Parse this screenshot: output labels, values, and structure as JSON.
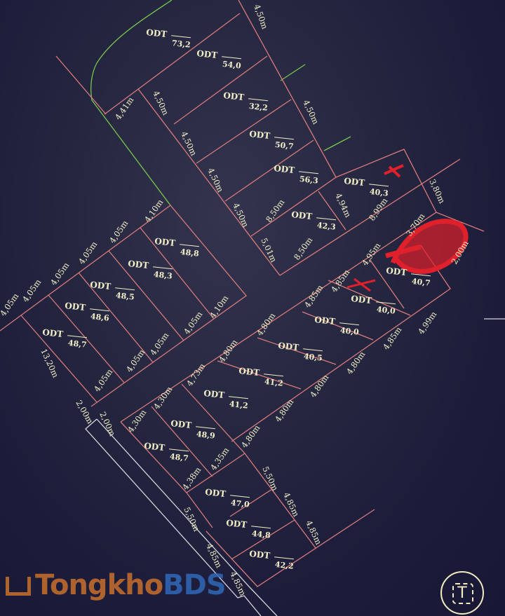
{
  "plot_prefix": "ODT",
  "plots": [
    "73,2",
    "54,0",
    "32,2",
    "50,7",
    "56,3",
    "40,3",
    "42,3",
    "48,8",
    "48,3",
    "48,5",
    "48,6",
    "48,7",
    "40,7",
    "40,0",
    "40,0",
    "40,5",
    "41,2",
    "41,2",
    "48,9",
    "48,7",
    "47,0",
    "44,8",
    "42,2"
  ],
  "dimensions": [
    "4,50m",
    "4,41m",
    "4,50m",
    "4,50m",
    "4,50m",
    "4,50m",
    "5,01m",
    "4,50m",
    "8,50m",
    "8,50m",
    "4,94m",
    "8,99m",
    "3,80m",
    "3,70m",
    "2,00m",
    "4,10m",
    "4,05m",
    "4,05m",
    "4,05m",
    "4,05m",
    "4,05m",
    "4,10m",
    "4,05m",
    "4,05m",
    "4,05m",
    "4,05m",
    "13,20m",
    "2,00m",
    "2,00m",
    "4,30m",
    "4,30m",
    "4,73m",
    "4,80m",
    "4,80m",
    "4,85m",
    "4,85m",
    "4,95m",
    "4,80m",
    "4,80m",
    "4,80m",
    "4,80m",
    "4,85m",
    "4,99m",
    "4,35m",
    "4,38m",
    "5,50m",
    "4,85m",
    "4,85m",
    "5,50m",
    "4,85m",
    "4,85m"
  ],
  "watermark": {
    "part1": "Tongkho",
    "part2": "BDS"
  },
  "scan_button": {
    "label": "T",
    "icon": "text-scan-icon"
  },
  "colors": {
    "background": "#1b1c38",
    "parcel_line": "#d97a7c",
    "green_line": "#7cc64e",
    "boundary_line": "#d6d6de",
    "text": "#f3f0c8",
    "red_mark": "#e0202a"
  }
}
